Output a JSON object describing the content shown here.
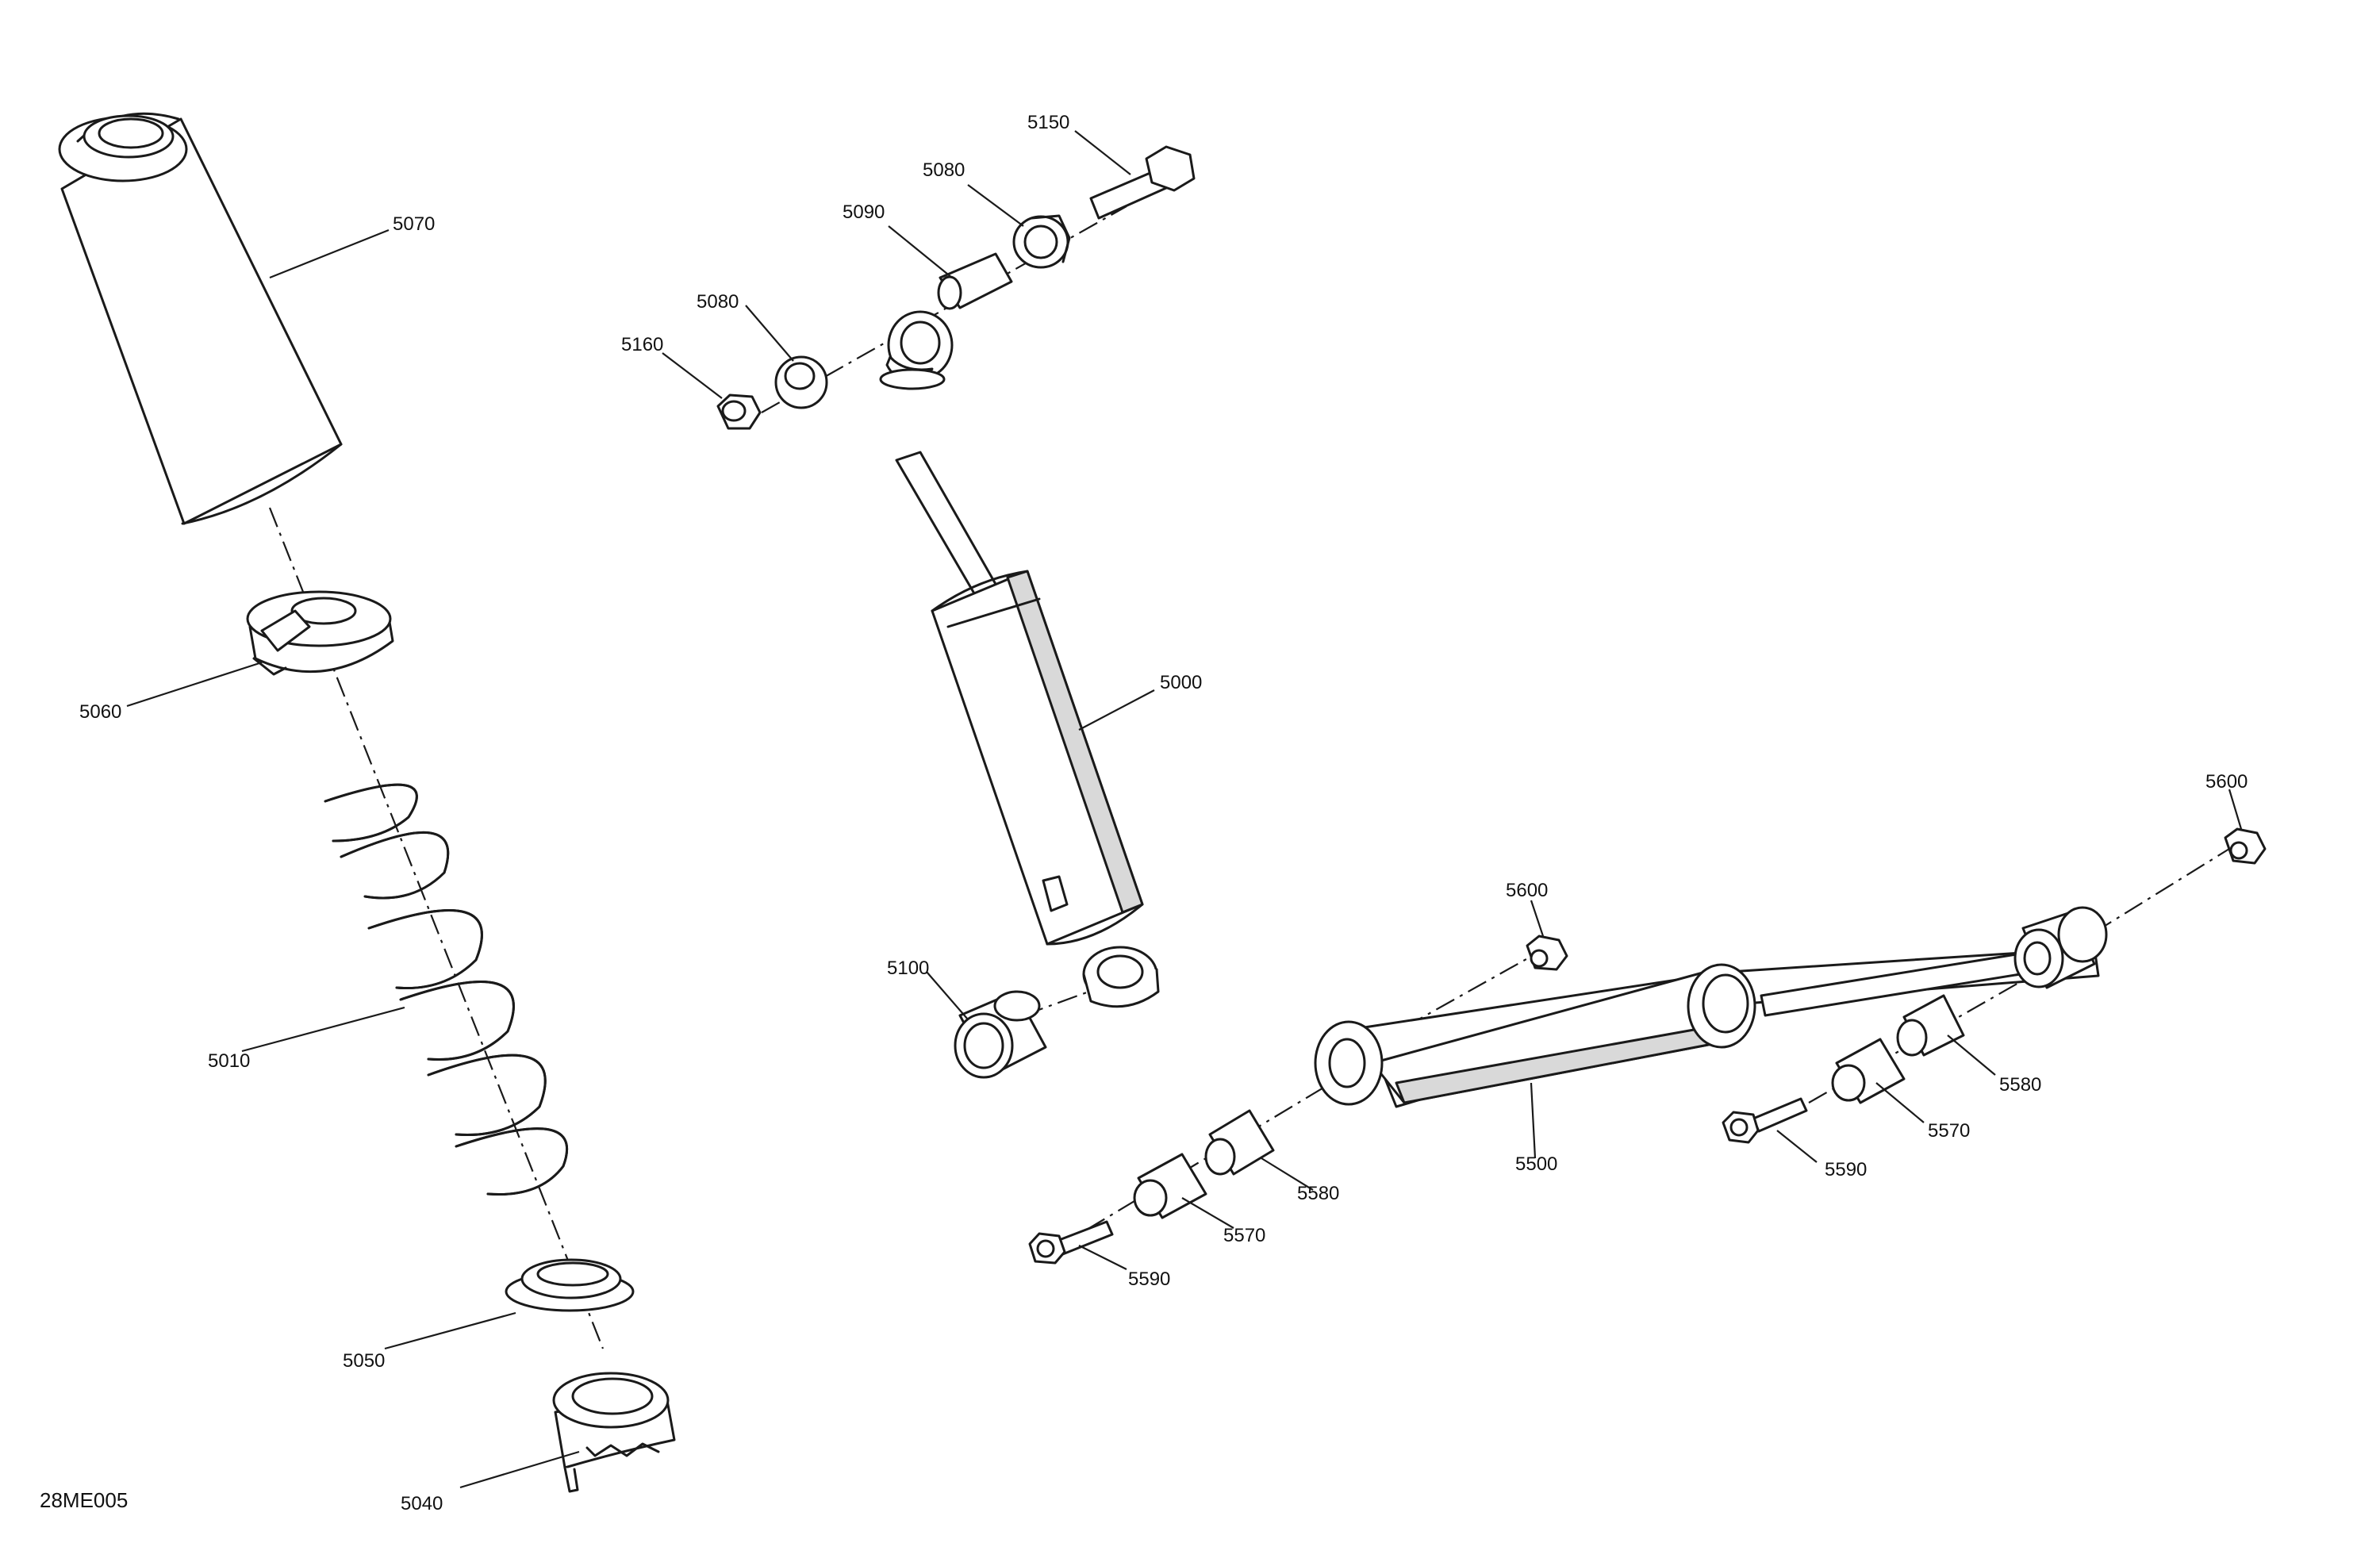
{
  "diagram_code": "28ME005",
  "labels": {
    "l5070": "5070",
    "l5060": "5060",
    "l5010": "5010",
    "l5050": "5050",
    "l5040": "5040",
    "l5150": "5150",
    "l5080a": "5080",
    "l5090": "5090",
    "l5080b": "5080",
    "l5160": "5160",
    "l5000": "5000",
    "l5100": "5100",
    "l5600a": "5600",
    "l5600b": "5600",
    "l5500": "5500",
    "l5580a": "5580",
    "l5570a": "5570",
    "l5590a": "5590",
    "l5580b": "5580",
    "l5570b": "5570",
    "l5590b": "5590"
  },
  "colors": {
    "line": "#1a1a1a",
    "fill": "#ffffff",
    "shade": "#d9d9d9"
  }
}
